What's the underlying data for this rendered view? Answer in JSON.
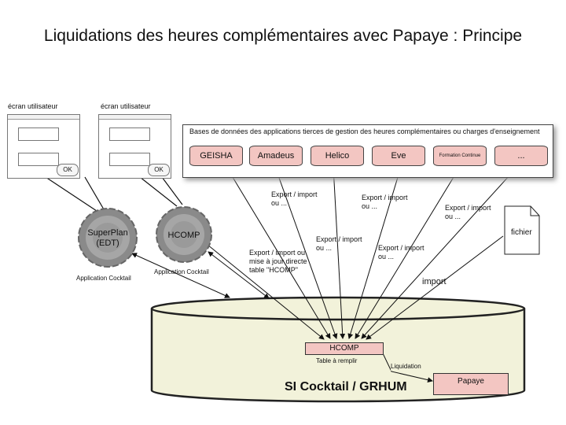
{
  "title": "Liquidations des heures complémentaires avec Papaye : Principe",
  "screens": [
    {
      "label": "écran utilisateur",
      "ok": "OK"
    },
    {
      "label": "écran utilisateur",
      "ok": "OK"
    }
  ],
  "bases": {
    "heading": "Bases de données des applications tierces de gestion des heures complémentaires ou charges d'enseignement",
    "items": [
      "GEISHA",
      "Amadeus",
      "Helico",
      "Eve",
      "Formation Continue",
      "..."
    ]
  },
  "apps": [
    {
      "name": "SuperPlan (EDT)",
      "caption": "Application Cocktail"
    },
    {
      "name": "HCOMP",
      "caption": "Application Cocktail"
    }
  ],
  "annotations": {
    "export1": "Export / import ou ...",
    "export2": "Export / import ou ...",
    "export3": "Export / import ou ...",
    "export4": "Export / import ou mise à jour directe table \"HCOMP\"",
    "export5": "Export / import ou ...",
    "export6": "Export / import ou ...",
    "import": "import"
  },
  "file": {
    "label": "fichier"
  },
  "system": {
    "name": "SI Cocktail / GRHUM",
    "table": "HCOMP",
    "table_caption": "Table à remplir",
    "liquidation": "Liquidation",
    "papaye": "Papaye"
  },
  "colors": {
    "db_fill": "#f3c6c2",
    "cylinder_fill": "#f2f2da",
    "gear": "#8a8a8a"
  }
}
